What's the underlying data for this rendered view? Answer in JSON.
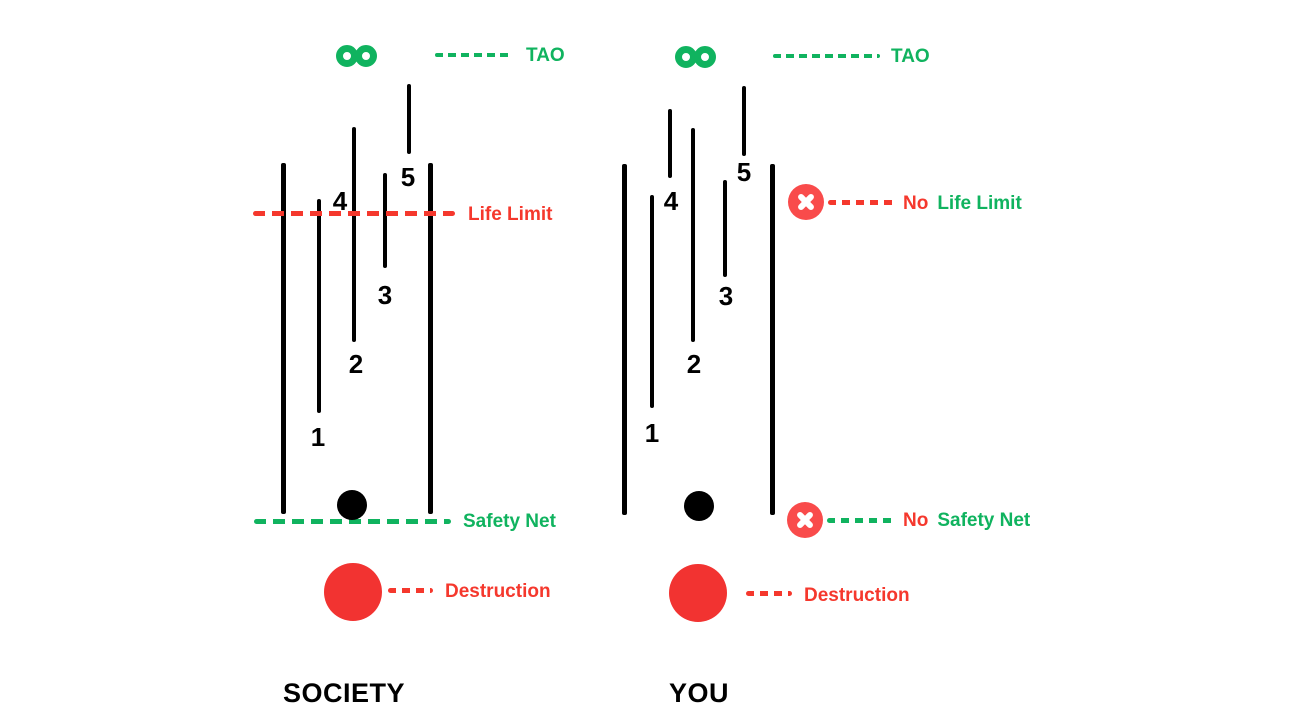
{
  "colors": {
    "green": "#10b35f",
    "red": "#f5382d",
    "badge_red": "#f94b4b",
    "circle_red": "#f23331",
    "black": "#000000"
  },
  "society": {
    "title": "SOCIETY",
    "tao_label": "TAO",
    "life_limit_label": "Life Limit",
    "safety_net_label": "Safety Net",
    "destruction_label": "Destruction",
    "attempt_labels": [
      "1",
      "2",
      "3",
      "4",
      "5"
    ]
  },
  "you": {
    "title": "YOU",
    "tao_label": "TAO",
    "no_life_limit": {
      "no": "No",
      "rest": "Life Limit"
    },
    "no_safety_net": {
      "no": "No",
      "rest": "Safety Net"
    },
    "destruction_label": "Destruction",
    "attempt_labels": [
      "1",
      "2",
      "3",
      "4",
      "5"
    ]
  }
}
